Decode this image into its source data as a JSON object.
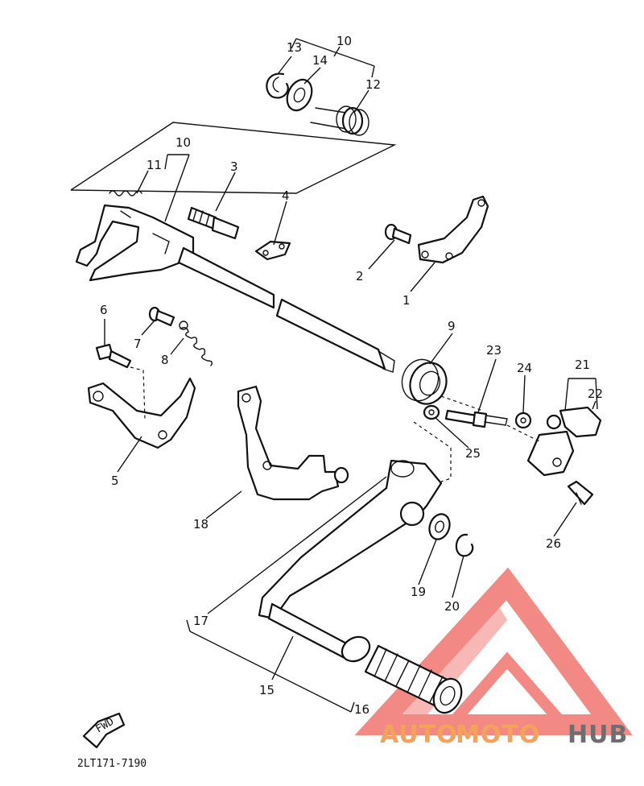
{
  "diagram": {
    "part_numbers": {
      "p1": "1",
      "p2": "2",
      "p3": "3",
      "p4": "4",
      "p5": "5",
      "p6": "6",
      "p7": "7",
      "p8": "8",
      "p9": "9",
      "p10a": "10",
      "p10b": "10",
      "p11": "11",
      "p12": "12",
      "p13": "13",
      "p14": "14",
      "p15": "15",
      "p16": "16",
      "p17": "17",
      "p18": "18",
      "p19": "19",
      "p20": "20",
      "p21": "21",
      "p22": "22",
      "p23": "23",
      "p24": "24",
      "p25": "25",
      "p26": "26"
    },
    "drawing_code": "2LT171-7190",
    "fwd_arrow": "FWD"
  },
  "watermark": {
    "auto": "AUTO",
    "moto": "MOTO",
    "hub": "HUB",
    "color_primary": "#f4a25a",
    "color_secondary": "#6d6e70",
    "logo_color": "#f1756f"
  }
}
